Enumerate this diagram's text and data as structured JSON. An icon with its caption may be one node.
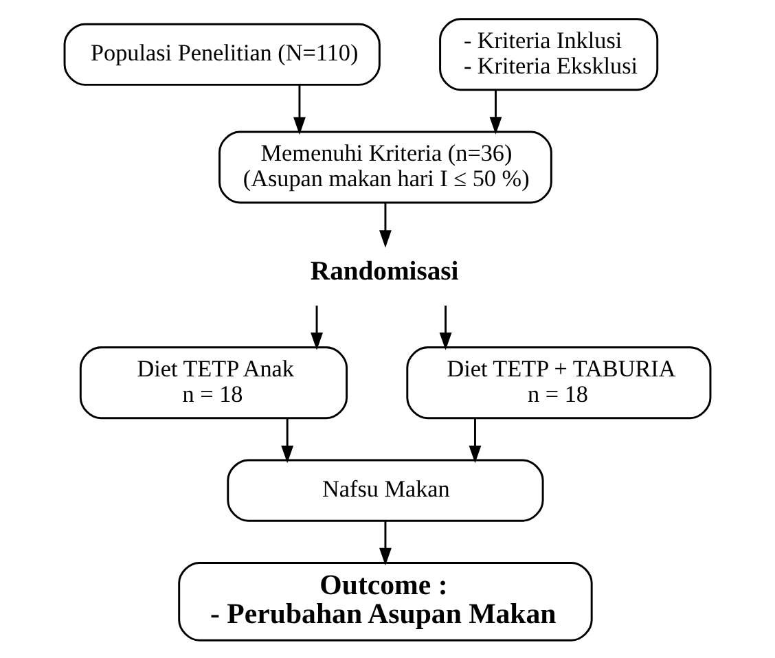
{
  "diagram": {
    "nodes": [
      {
        "text": [
          "Populasi Penelitian (N=110)"
        ]
      },
      {
        "text": [
          "- Kriteria Inklusi",
          "- Kriteria Eksklusi"
        ]
      },
      {
        "text": [
          "Memenuhi Kriteria (n=36)",
          "(Asupan makan hari I ≤ 50 %)"
        ]
      },
      {
        "text": [
          "Randomisasi"
        ]
      },
      {
        "text": [
          "Diet TETP Anak",
          "n = 18"
        ]
      },
      {
        "text": [
          "Diet TETP + TABURIA",
          "n = 18"
        ]
      },
      {
        "text": [
          "Nafsu Makan"
        ]
      },
      {
        "text": [
          "Outcome :",
          "- Perubahan Asupan Makan"
        ]
      }
    ],
    "edges": [
      {
        "from": 0,
        "to": 2,
        "arrow": "to"
      },
      {
        "from": 1,
        "to": 2,
        "arrow": "to"
      },
      {
        "from": 2,
        "to": 3,
        "arrow": "to"
      },
      {
        "from": 3,
        "to": 4,
        "arrow": "to"
      },
      {
        "from": 3,
        "to": 5,
        "arrow": "to"
      },
      {
        "from": 4,
        "to": 6,
        "arrow": "to"
      },
      {
        "from": 5,
        "to": 6,
        "arrow": "to"
      },
      {
        "from": 6,
        "to": 7,
        "arrow": "to"
      }
    ]
  }
}
